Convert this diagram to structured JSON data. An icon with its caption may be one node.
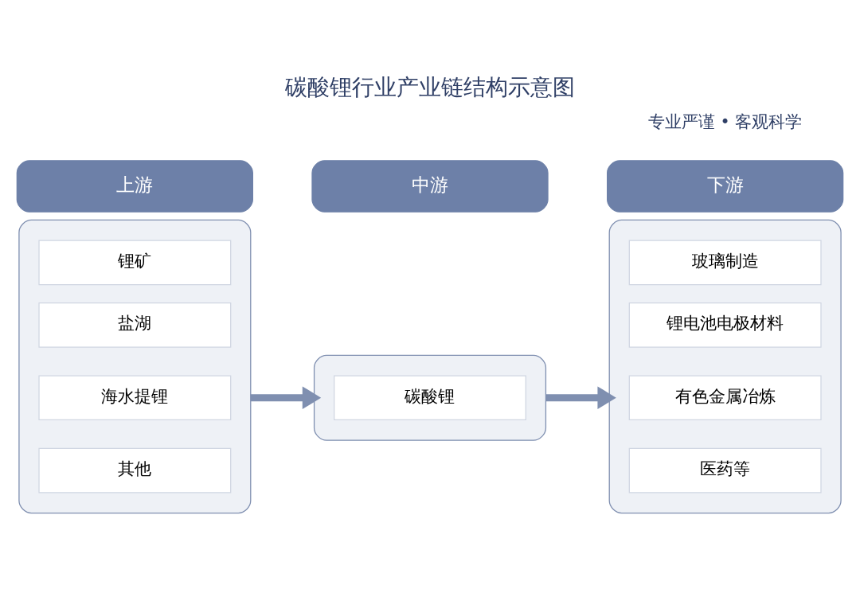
{
  "diagram": {
    "title": "碳酸锂行业产业链结构示意图",
    "nodes": [
      {
        "text": [
          "上游"
        ]
      },
      {
        "text": [
          "中游"
        ]
      },
      {
        "text": [
          "下游"
        ]
      },
      {
        "text": [],
        "shape": "box"
      },
      {
        "text": [
          "锂矿"
        ],
        "in": 3
      },
      {
        "text": [
          "盐湖"
        ],
        "in": 3
      },
      {
        "text": [
          "海水提锂"
        ],
        "in": 3
      },
      {
        "text": [
          "其他"
        ],
        "in": 3
      },
      {
        "text": [],
        "shape": "box"
      },
      {
        "text": [
          "碳酸锂"
        ],
        "in": 8
      },
      {
        "text": [],
        "shape": "box"
      },
      {
        "text": [
          "玻璃制造"
        ],
        "in": 10
      },
      {
        "text": [
          "锂电池电极材料"
        ],
        "in": 10
      },
      {
        "text": [
          "有色金属冶炼"
        ],
        "in": 10
      },
      {
        "text": [
          "医药等"
        ],
        "in": 10
      }
    ],
    "edges": [
      {
        "from": 3,
        "to": 8,
        "arrow": "to"
      },
      {
        "from": 8,
        "to": 10,
        "arrow": "to"
      }
    ],
    "labels": [
      "专业严谨 • 客观科学"
    ]
  }
}
